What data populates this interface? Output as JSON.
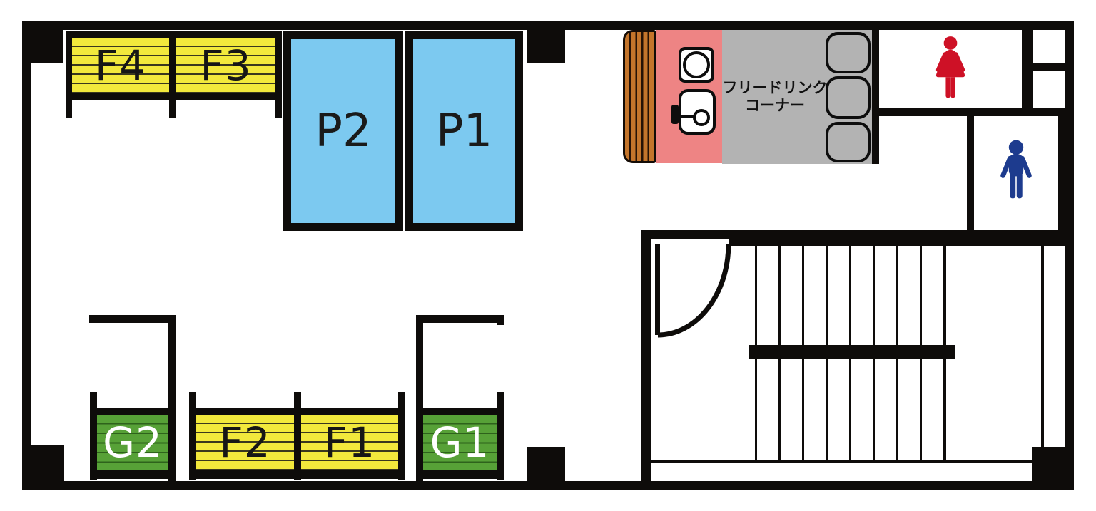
{
  "floor_plan": {
    "rooms": {
      "p1": {
        "label": "P1"
      },
      "p2": {
        "label": "P2"
      }
    },
    "booths": {
      "f1": {
        "label": "F1"
      },
      "f2": {
        "label": "F2"
      },
      "f3": {
        "label": "F3"
      },
      "f4": {
        "label": "F4"
      },
      "g1": {
        "label": "G1"
      },
      "g2": {
        "label": "G2"
      }
    },
    "drink_corner": {
      "line1": "フリードリンク",
      "line2": "コーナー"
    },
    "restrooms": {
      "women": {
        "icon": "woman-pictogram"
      },
      "men": {
        "icon": "man-pictogram"
      }
    },
    "fixtures": {
      "blinds": "window-blinds",
      "coffee_machine": "coffee-machine",
      "sink": "sink-with-faucet",
      "stool_count": 3,
      "stair_tread_count": 9,
      "door": "swing-door"
    },
    "colors": {
      "wall": "#0e0c0a",
      "booth-yellow": "#f2e93c",
      "booth-green": "#57a137",
      "room-blue": "#7cc9f0",
      "kitchen-pink": "#ee8484",
      "corner-gray": "#b3b3b3",
      "blinds-orange": "#c4752b",
      "women-red": "#ce1126",
      "men-navy": "#1d3b8e"
    }
  }
}
